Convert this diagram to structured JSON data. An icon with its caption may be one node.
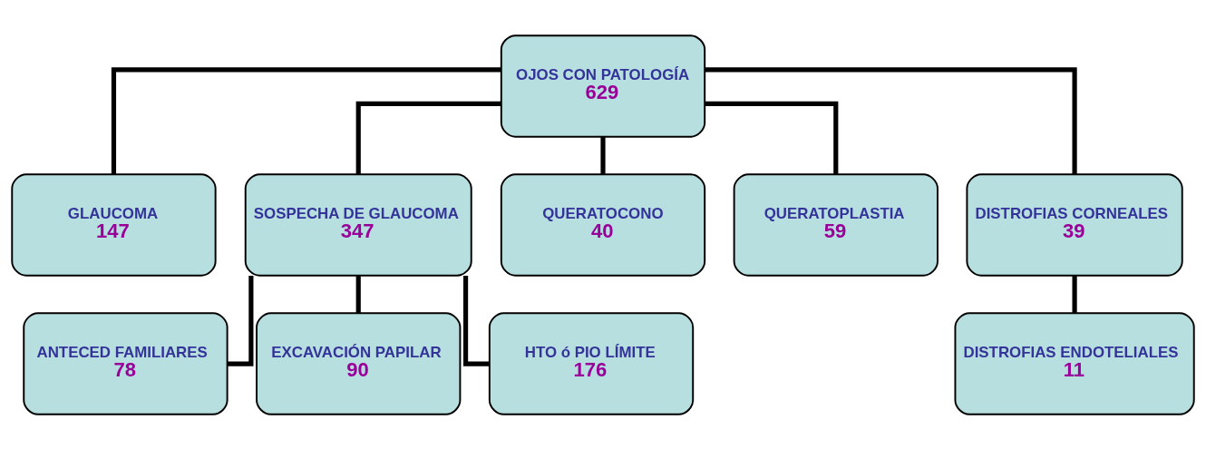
{
  "diagram": {
    "nodes": [
      {
        "text": [
          "OJOS CON PATOLOGÍA",
          "629"
        ]
      },
      {
        "text": [
          "GLAUCOMA",
          "147"
        ]
      },
      {
        "text": [
          "SOSPECHA DE GLAUCOMA",
          "347"
        ]
      },
      {
        "text": [
          "QUERATOCONO",
          "40"
        ]
      },
      {
        "text": [
          "QUERATOPLASTIA",
          "59"
        ]
      },
      {
        "text": [
          "DISTROFIAS CORNEALES",
          "39"
        ]
      },
      {
        "text": [
          "ANTECED FAMILIARES",
          "78"
        ]
      },
      {
        "text": [
          "EXCAVACIÓN PAPILAR",
          "90"
        ]
      },
      {
        "text": [
          "HTO ó PIO LÍMITE",
          "176"
        ]
      },
      {
        "text": [
          "DISTROFIAS ENDOTELIALES",
          "11"
        ]
      }
    ],
    "edges": [
      {
        "from": 0,
        "to": 1,
        "arrow": "none"
      },
      {
        "from": 0,
        "to": 2,
        "arrow": "none"
      },
      {
        "from": 0,
        "to": 3,
        "arrow": "none"
      },
      {
        "from": 0,
        "to": 4,
        "arrow": "none"
      },
      {
        "from": 0,
        "to": 5,
        "arrow": "none"
      },
      {
        "from": 2,
        "to": 6,
        "arrow": "none"
      },
      {
        "from": 2,
        "to": 7,
        "arrow": "none"
      },
      {
        "from": 2,
        "to": 8,
        "arrow": "none"
      },
      {
        "from": 5,
        "to": 9,
        "arrow": "none"
      }
    ]
  }
}
